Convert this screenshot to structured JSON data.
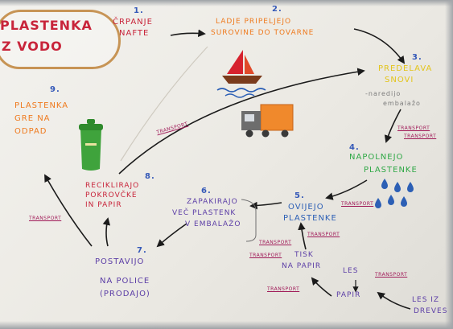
{
  "title": {
    "line1": "PLASTENKA",
    "line2": "Z VODO"
  },
  "steps": {
    "s1": {
      "number": "1.",
      "line1": "ČRPANJE",
      "line2": "NAFTE"
    },
    "s2": {
      "number": "2.",
      "line1": "LADJE PRIPELJEJO",
      "line2": "SUROVINE DO TOVARNE"
    },
    "s3": {
      "number": "3.",
      "line1": "PREDELAVA",
      "line2": "SNOVI",
      "note1": "-naredijo",
      "note2": "embalažo"
    },
    "s4": {
      "number": "4.",
      "line1": "NAPOLNEJO",
      "line2": "PLASTENKE"
    },
    "s5": {
      "number": "5.",
      "line1": "OVIJEJO",
      "line2": "PLASTENKE"
    },
    "s6": {
      "number": "6.",
      "line1": "ZAPAKIRAJO",
      "line2": "VEČ PLASTENK",
      "line3": "V EMBALAŽO"
    },
    "s7": {
      "number": "7.",
      "line1": "POSTAVIJO",
      "line2": "NA POLICE",
      "line3": "(PRODAJO)"
    },
    "s8": {
      "number": "8.",
      "line1": "RECIKLIRAJO",
      "line2": "POKROVČKE",
      "line3": "IN PAPIR"
    },
    "s9": {
      "number": "9.",
      "line1": "PLASTENKA",
      "line2": "GRE NA",
      "line3": "ODPAD"
    }
  },
  "paper_chain": {
    "les": "LES",
    "papir": "PAPIR",
    "tisk1": "TISK",
    "tisk2": "NA PAPIR",
    "les_dreves1": "LES IZ",
    "les_dreves2": "DREVES"
  },
  "transport_labels": {
    "t1": "TRANSPORT",
    "t2": "TRANSPORT",
    "t3": "TRANSPORT",
    "t4": "TRANSPORT",
    "t5": "TRANSPORT",
    "t6": "TRANSPORT",
    "t7": "TRANSPORT",
    "t8": "TRANSPORT",
    "t9": "TRANSPORT",
    "t10": "TRANSPORT"
  },
  "icons": {
    "boat": "sailboat-icon",
    "truck": "truck-icon",
    "bin": "recycling-bin-icon",
    "drops": "water-drops-icon"
  },
  "colors": {
    "red": "#c8243a",
    "orange": "#ef7a1e",
    "yellow": "#e3c41a",
    "green": "#2fa846",
    "blue": "#2c5fb5",
    "purple": "#5b3da6",
    "transport": "#a01a58",
    "arrow": "#1b1b1b"
  }
}
